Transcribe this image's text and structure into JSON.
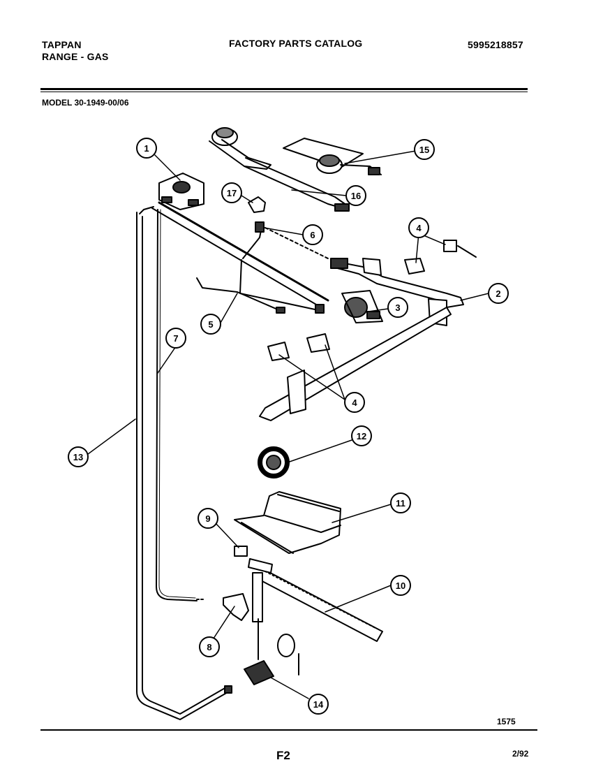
{
  "header": {
    "brand": "TAPPAN",
    "product": "RANGE - GAS",
    "catalog_title": "FACTORY PARTS CATALOG",
    "catalog_number": "5995218857"
  },
  "model": "MODEL 30-1949-00/06",
  "drawing_number": "1575",
  "footer": {
    "page": "F2",
    "date": "2/92"
  },
  "callouts": [
    "1",
    "2",
    "3",
    "4",
    "4",
    "5",
    "6",
    "7",
    "8",
    "9",
    "10",
    "11",
    "12",
    "13",
    "14",
    "15",
    "16",
    "17"
  ]
}
